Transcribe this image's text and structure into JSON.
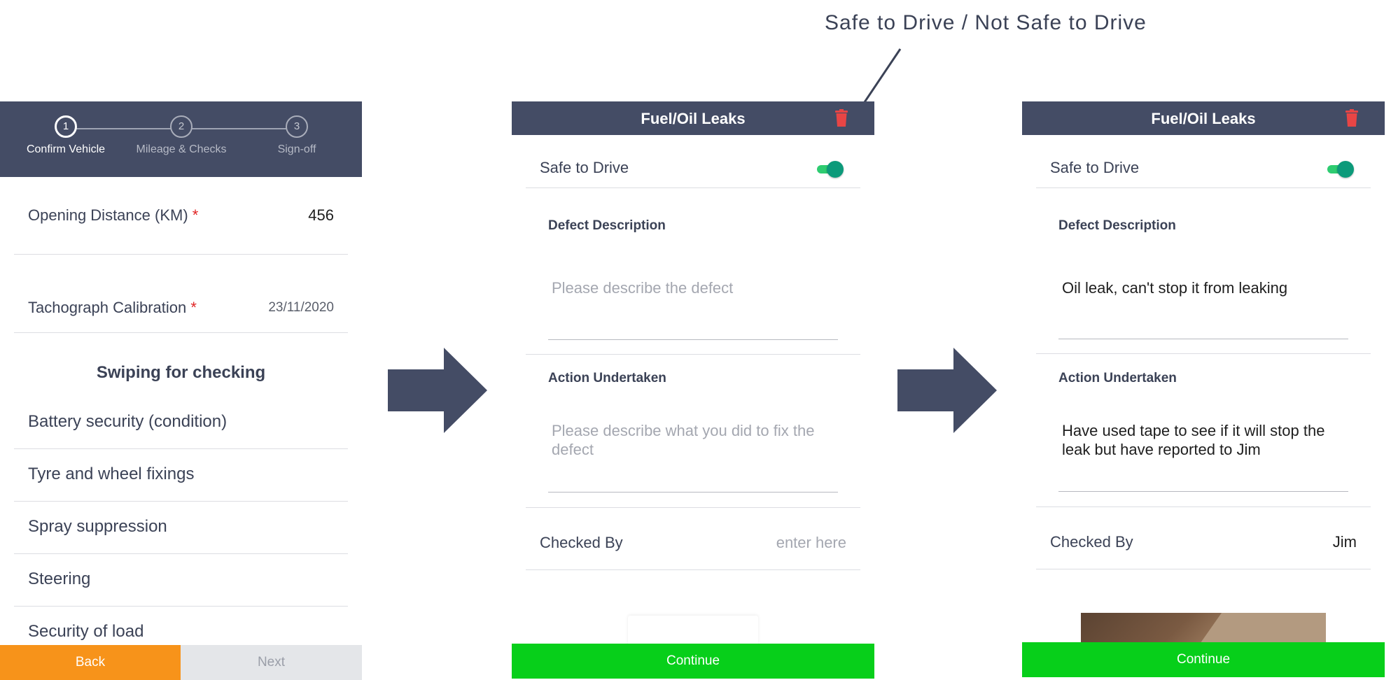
{
  "annotation": {
    "callout": "Safe to Drive / Not Safe to Drive"
  },
  "colors": {
    "header": "#444c65",
    "back": "#f7931a",
    "continue": "#07cf1a",
    "toggle": "#2ecc71",
    "trash": "#e84545"
  },
  "screen1": {
    "steps": [
      {
        "number": "1",
        "label": "Confirm Vehicle"
      },
      {
        "number": "2",
        "label": "Mileage & Checks"
      },
      {
        "number": "3",
        "label": "Sign-off"
      }
    ],
    "opening_distance": {
      "label": "Opening Distance (KM)",
      "required": "*",
      "value": "456"
    },
    "tachograph": {
      "label": "Tachograph Calibration",
      "required": "*",
      "value": "23/11/2020"
    },
    "checks_title": "Swiping for checking",
    "checks": [
      "Battery security (condition)",
      "Tyre and wheel fixings",
      "Spray suppression",
      "Steering",
      "Security of load"
    ],
    "back_label": "Back",
    "next_label": "Next"
  },
  "screen2": {
    "title": "Fuel/Oil Leaks",
    "safe_label": "Safe to Drive",
    "defect_label": "Defect Description",
    "defect_placeholder": "Please describe the defect",
    "action_label": "Action Undertaken",
    "action_placeholder": "Please describe what you did to fix the defect",
    "checked_by_label": "Checked By",
    "checked_by_placeholder": "enter here",
    "continue_label": "Continue"
  },
  "screen3": {
    "title": "Fuel/Oil Leaks",
    "safe_label": "Safe to Drive",
    "defect_label": "Defect Description",
    "defect_value": "Oil leak, can't stop it from leaking",
    "action_label": "Action Undertaken",
    "action_value": "Have used tape to see if it will stop the leak but have reported to Jim",
    "checked_by_label": "Checked By",
    "checked_by_value": "Jim",
    "continue_label": "Continue"
  }
}
